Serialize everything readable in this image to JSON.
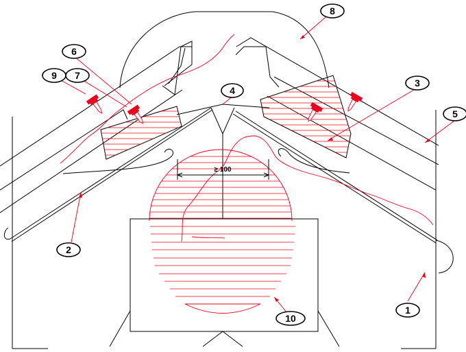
{
  "callouts": [
    {
      "id": "1",
      "label": "1"
    },
    {
      "id": "2",
      "label": "2"
    },
    {
      "id": "3",
      "label": "3"
    },
    {
      "id": "4",
      "label": "4"
    },
    {
      "id": "5",
      "label": "5"
    },
    {
      "id": "6",
      "label": "6"
    },
    {
      "id": "7",
      "label": "7"
    },
    {
      "id": "8",
      "label": "8"
    },
    {
      "id": "9",
      "label": "9"
    },
    {
      "id": "10",
      "label": "10"
    }
  ],
  "dimension": {
    "label": "≥ 100"
  },
  "colors": {
    "line": "#000000",
    "accent": "#e8001c",
    "background": "#ffffff"
  }
}
